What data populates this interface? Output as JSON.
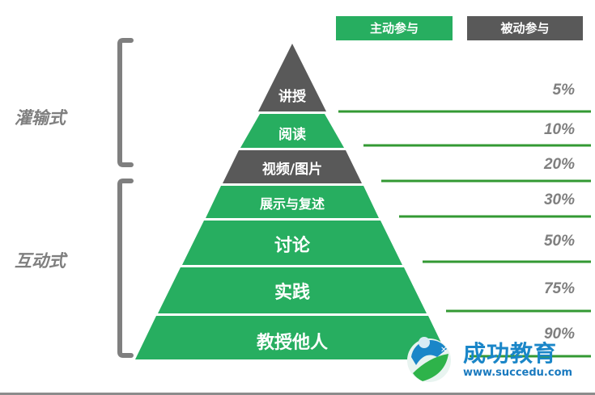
{
  "legend": {
    "active_label": "主动参与",
    "passive_label": "被动参与",
    "active_color": "#27ae60",
    "passive_color": "#595959"
  },
  "categories": [
    {
      "label": "灌输式"
    },
    {
      "label": "互动式"
    }
  ],
  "pyramid": {
    "layers": [
      {
        "label": "讲授",
        "type": "passive",
        "retention": "5%"
      },
      {
        "label": "阅读",
        "type": "active",
        "retention": "10%"
      },
      {
        "label": "视频/图片",
        "type": "passive",
        "retention": "20%"
      },
      {
        "label": "展示与复述",
        "type": "active",
        "retention": "30%"
      },
      {
        "label": "讨论",
        "type": "active",
        "retention": "50%"
      },
      {
        "label": "实践",
        "type": "active",
        "retention": "75%"
      },
      {
        "label": "教授他人",
        "type": "active",
        "retention": "90%"
      }
    ]
  },
  "watermark": {
    "name": "成功教育",
    "url": "www.succedu.com"
  }
}
